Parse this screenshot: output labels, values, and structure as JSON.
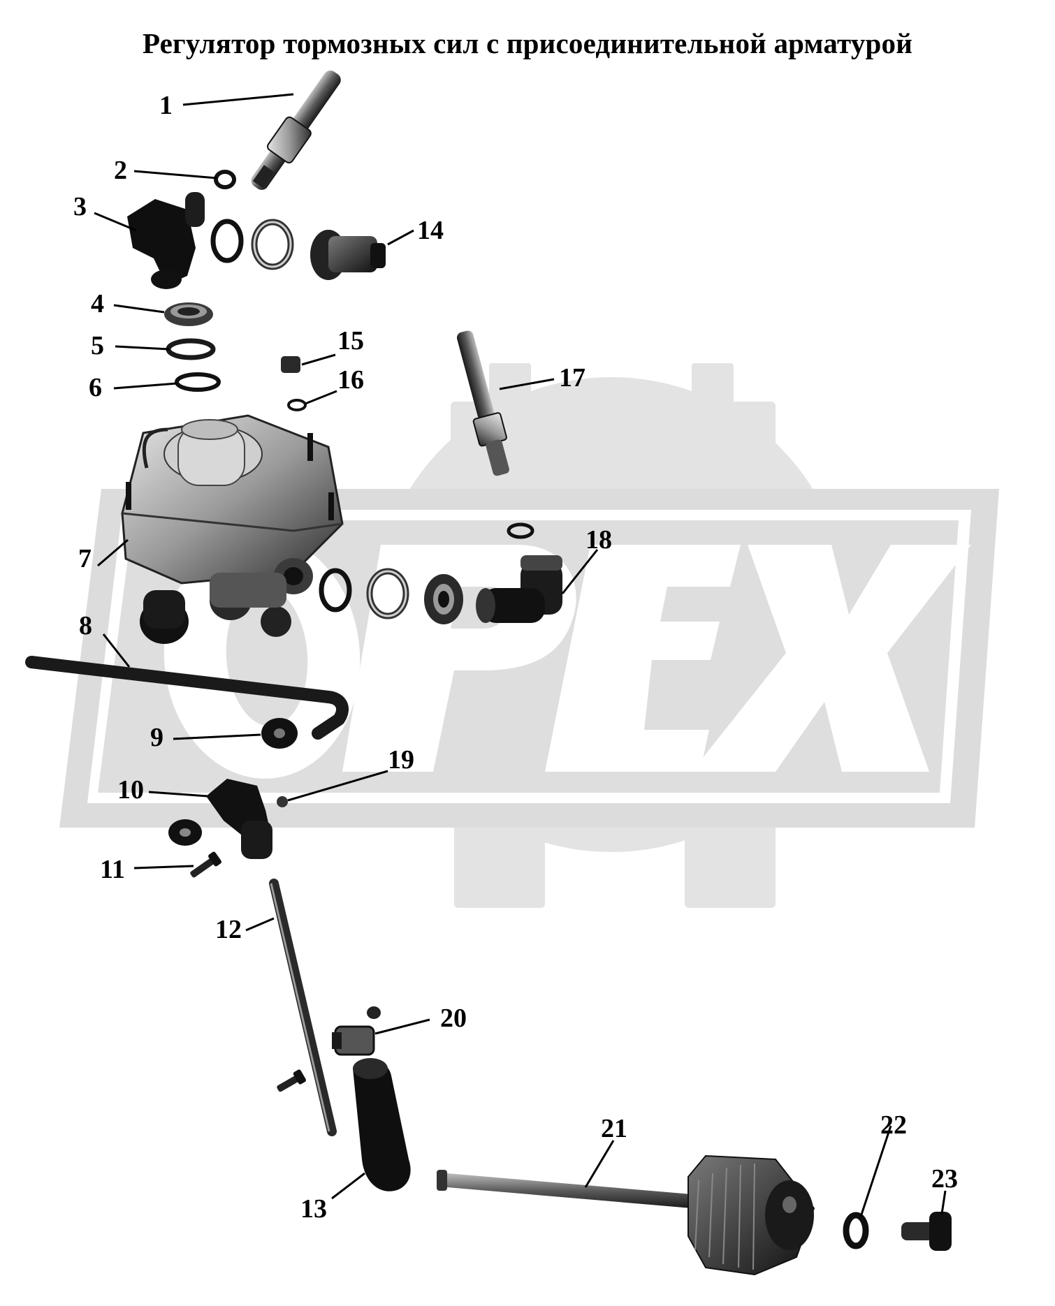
{
  "title": "Регулятор тормозных сил с присоединительной арматурой",
  "watermark": {
    "text": "OPEX",
    "fill": "#d8d8d8",
    "outline": "#e6e6e6",
    "counter": "#ffffff"
  },
  "part_labels": [
    "1",
    "2",
    "3",
    "4",
    "5",
    "6",
    "7",
    "8",
    "9",
    "10",
    "11",
    "12",
    "13",
    "14",
    "15",
    "16",
    "17",
    "18",
    "19",
    "20",
    "21",
    "22",
    "23"
  ],
  "colors": {
    "ink": "#000000",
    "part_dark": "#1a1a1a",
    "part_mid": "#6e6e6e",
    "part_light": "#bdbdbd",
    "background": "#ffffff"
  }
}
